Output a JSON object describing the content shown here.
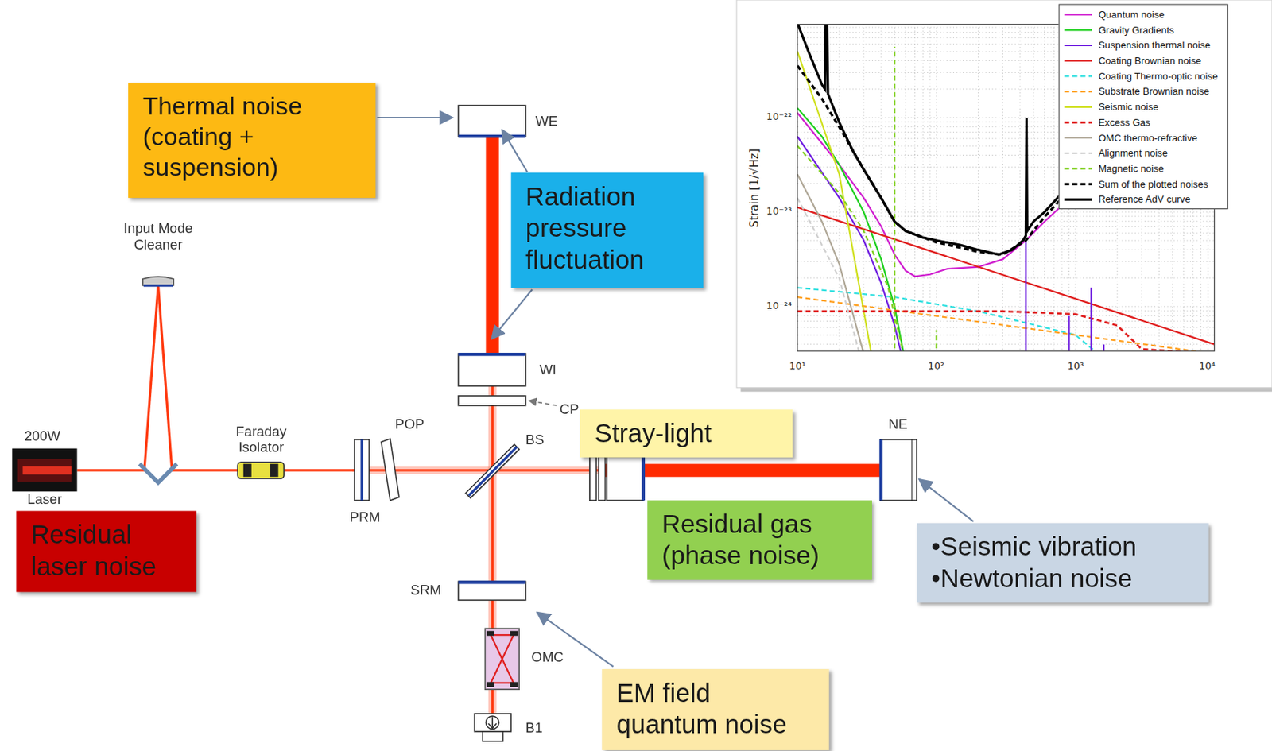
{
  "diagram": {
    "nodes": [
      {
        "text": [
          "Thermal noise (coating + suspension)"
        ]
      },
      {
        "text": [
          "Radiation pressure fluctuation"
        ]
      },
      {
        "text": [
          "Stray-light"
        ]
      },
      {
        "text": [
          "Residual gas (phase noise)"
        ]
      },
      {
        "text": [
          "•Seismic vibration",
          "•Newtonian noise"
        ]
      },
      {
        "text": [
          "EM field quantum noise"
        ]
      },
      {
        "text": [
          "Residual laser noise"
        ]
      }
    ],
    "labels": [
      "WE",
      "Input Mode Cleaner",
      "WI",
      "CP",
      "200W",
      "Faraday Isolator",
      "POP",
      "BS",
      "NE",
      "Laser",
      "PRM",
      "SRM",
      "OMC",
      "B1",
      "Strain [1/√Hz]",
      "10⁻²²",
      "10⁻²³",
      "10⁻²⁴",
      "10¹",
      "10²",
      "10³",
      "10⁴"
    ],
    "legend": [
      {
        "text": "Quantum noise"
      },
      {
        "text": "Gravity Gradients"
      },
      {
        "text": "Suspension thermal noise"
      },
      {
        "text": "Coating Brownian noise"
      },
      {
        "text": "Coating Thermo-optic noise"
      },
      {
        "text": "Substrate Brownian noise"
      },
      {
        "text": "Seismic noise"
      },
      {
        "text": "Excess Gas"
      },
      {
        "text": "OMC thermo-refractive"
      },
      {
        "text": "Alignment noise"
      },
      {
        "text": "Magnetic noise"
      },
      {
        "text": "Sum of the plotted noises"
      },
      {
        "text": "Reference AdV curve"
      }
    ]
  }
}
